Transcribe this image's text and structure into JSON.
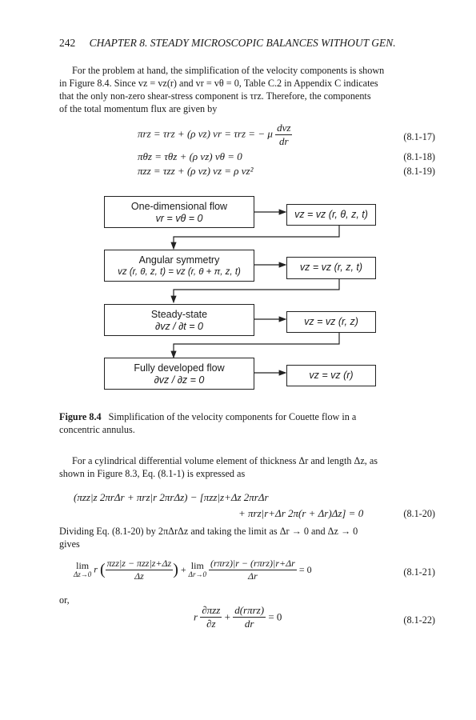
{
  "header": {
    "page_number": "242",
    "chapter_title": "CHAPTER 8. STEADY MICROSCOPIC BALANCES WITHOUT GEN."
  },
  "intro": {
    "lines": [
      "For the problem at hand, the simplification of the velocity components is shown",
      "in Figure 8.4. Since vz = vz(r) and vr = vθ = 0, Table C.2 in Appendix C indicates",
      "that the only non-zero shear-stress component is τrz. Therefore, the components",
      "of the total momentum flux are given by"
    ]
  },
  "equations": [
    {
      "lhs": "πrz = τrz + (ρ vz) vr = τrz = − μ",
      "frac_num": "dvz",
      "frac_den": "dr",
      "number": "(8.1-17)"
    },
    {
      "lhs": "πθz = τθz + (ρ vz) vθ = 0",
      "number": "(8.1-18)"
    },
    {
      "lhs": "πzz = τzz + (ρ vz) vz = ρ vz²",
      "number": "(8.1-19)"
    }
  ],
  "flowchart": {
    "steps": [
      {
        "title": "One-dimensional flow",
        "condition": "vr = vθ = 0",
        "result": "vz = vz (r, θ, z, t)"
      },
      {
        "title": "Angular symmetry",
        "condition": "vz (r, θ, z, t) = vz (r, θ + π, z, t)",
        "result": "vz = vz (r, z, t)"
      },
      {
        "title": "Steady-state",
        "condition": "∂vz / ∂t = 0",
        "result": "vz = vz (r, z)"
      },
      {
        "title": "Fully developed flow",
        "condition": "∂vz / ∂z = 0",
        "result": "vz = vz (r)"
      }
    ]
  },
  "caption": {
    "label": "Figure 8.4",
    "text": "Simplification of the velocity components for Couette flow in a",
    "text2": "concentric annulus."
  },
  "body2": {
    "lines": [
      "For a cylindrical differential volume element of thickness Δr and length Δz, as",
      "shown in Figure 8.3, Eq. (8.1-1) is expressed as"
    ]
  },
  "eq20": {
    "line1": "(πzz|z 2πrΔr + πrz|r 2πrΔz) − [πzz|z+Δz 2πrΔr",
    "line2": "+ πrz|r+Δr 2π(r + Δr)Δz] = 0",
    "number": "(8.1-20)"
  },
  "body3": {
    "lines": [
      "Dividing Eq. (8.1-20) by 2πΔrΔz and taking the limit as Δr → 0 and Δz → 0",
      "gives"
    ]
  },
  "eq21": {
    "lim1": "lim",
    "lim1_sub": "Δz→0",
    "r": "r",
    "num1": "πzz|z − πzz|z+Δz",
    "den1": "Δz",
    "plus": "+",
    "lim2": "lim",
    "lim2_sub": "Δr→0",
    "num2": "(rπrz)|r − (rπrz)|r+Δr",
    "den2": "Δr",
    "rhs": "= 0",
    "number": "(8.1-21)"
  },
  "or": "or,",
  "eq22": {
    "r": "r",
    "num1": "∂πzz",
    "den1": "∂z",
    "plus": "+",
    "num2": "d(rπrz)",
    "den2": "dr",
    "rhs": "= 0",
    "number": "(8.1-22)"
  }
}
